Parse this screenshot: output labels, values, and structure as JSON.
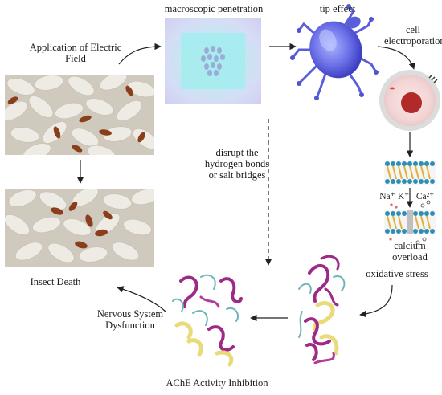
{
  "labels": {
    "electric_field_line1": "Application of Electric",
    "electric_field_line2": "Field",
    "macroscopic": "macroscopic penetration",
    "tip_effect": "tip effect",
    "electroporation_line1": "cell",
    "electroporation_line2": "electroporation",
    "disrupt_line1": "disrupt the",
    "disrupt_line2": "hydrogen bonds",
    "disrupt_line3": "or salt bridges",
    "na": "Na⁺",
    "k": "K⁺",
    "ca": "Ca²⁺",
    "calcium_line1": "calcium",
    "calcium_line2": "overload",
    "oxidative": "oxidative stress",
    "insect_death": "Insect Death",
    "nervous_line1": "Nervous System",
    "nervous_line2": "Dysfunction",
    "ache": "AChE Activity Inhibition"
  },
  "colors": {
    "arrow": "#222222",
    "grain": "#eeebe4",
    "beetle": "#8a3f1a",
    "mite": "#6a6ee6",
    "cell_ring": "#cfcfcf",
    "nucleus": "#b02a2a",
    "membrane_head": "#2e8fb5",
    "membrane_tail": "#e2b13a",
    "protein_magenta": "#9c2a86",
    "protein_yellow": "#e8dc7a",
    "protein_teal": "#6fb6b6"
  }
}
